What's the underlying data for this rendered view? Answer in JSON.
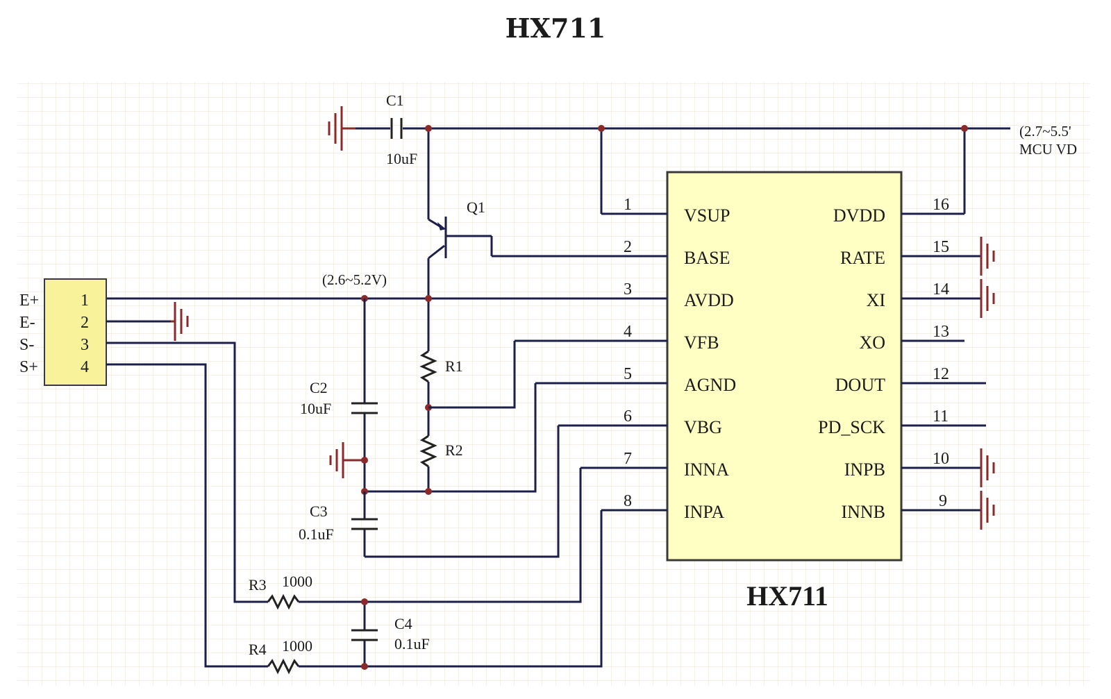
{
  "page_title": "HX711",
  "chip": {
    "name": "HX711",
    "left_pins": [
      {
        "num": "1",
        "name": "VSUP"
      },
      {
        "num": "2",
        "name": "BASE"
      },
      {
        "num": "3",
        "name": "AVDD"
      },
      {
        "num": "4",
        "name": "VFB"
      },
      {
        "num": "5",
        "name": "AGND"
      },
      {
        "num": "6",
        "name": "VBG"
      },
      {
        "num": "7",
        "name": "INNA"
      },
      {
        "num": "8",
        "name": "INPA"
      }
    ],
    "right_pins": [
      {
        "num": "16",
        "name": "DVDD"
      },
      {
        "num": "15",
        "name": "RATE"
      },
      {
        "num": "14",
        "name": "XI"
      },
      {
        "num": "13",
        "name": "XO"
      },
      {
        "num": "12",
        "name": "DOUT"
      },
      {
        "num": "11",
        "name": "PD_SCK"
      },
      {
        "num": "10",
        "name": "INPB"
      },
      {
        "num": "9",
        "name": "INNB"
      }
    ]
  },
  "connector": {
    "pins": [
      "1",
      "2",
      "3",
      "4"
    ],
    "labels": [
      "E+",
      "E-",
      "S-",
      "S+"
    ]
  },
  "components": {
    "c1_ref": "C1",
    "c1_val": "10uF",
    "c2_ref": "C2",
    "c2_val": "10uF",
    "c3_ref": "C3",
    "c3_val": "0.1uF",
    "c4_ref": "C4",
    "c4_val": "0.1uF",
    "q1_ref": "Q1",
    "r1_ref": "R1",
    "r2_ref": "R2",
    "r3_ref": "R3",
    "r3_val": "1000",
    "r4_ref": "R4",
    "r4_val": "1000"
  },
  "notes": {
    "avdd_range": "(2.6~5.2V)",
    "mcu_range": "(2.7~5.5'",
    "mcu_label": "MCU VD"
  },
  "colors": {
    "chip_fill": "#ffffc4",
    "connector_fill": "#f8f29a",
    "wire": "#1b1f4a",
    "ground": "#8a2a2a"
  }
}
